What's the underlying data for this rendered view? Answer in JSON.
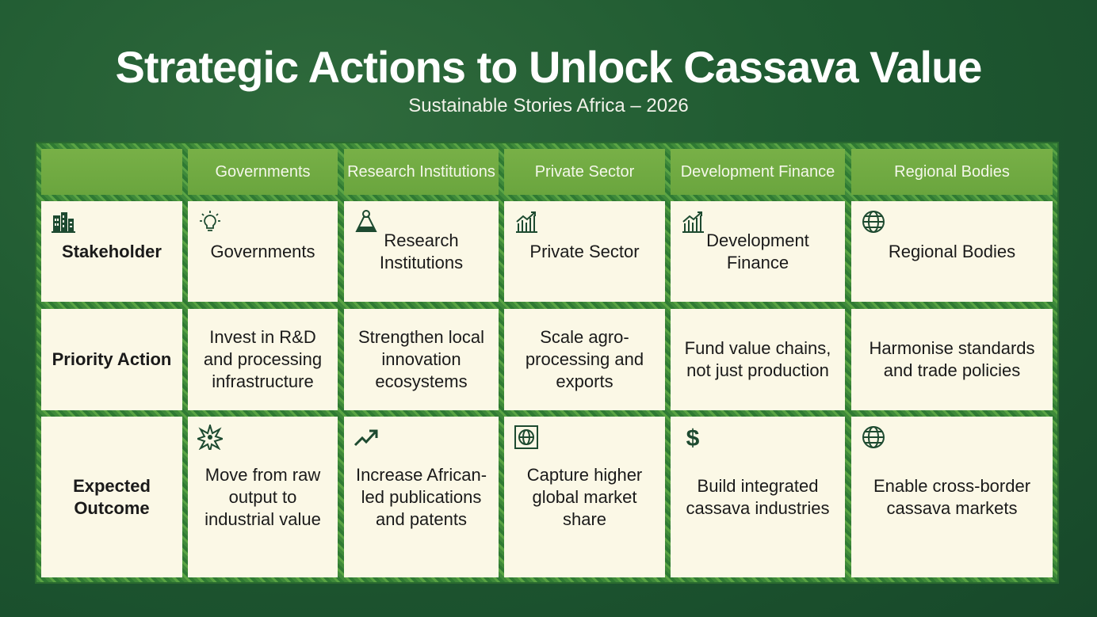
{
  "title": "Strategic Actions to Unlock Cassava Value",
  "subtitle": "Sustainable Stories Africa – 2026",
  "headers": [
    "",
    "Governments",
    "Research Institutions",
    "Private Sector",
    "Development Finance",
    "Regional Bodies"
  ],
  "rows": [
    {
      "label": "Stakeholder",
      "label_icon": "buildings-icon",
      "cells": [
        {
          "text": "Governments",
          "icon": "lightbulb-icon"
        },
        {
          "text": "Research Institutions",
          "icon": "flask-icon"
        },
        {
          "text": "Private Sector",
          "icon": "growth-chart-icon"
        },
        {
          "text": "Development Finance",
          "icon": "growth-chart-icon"
        },
        {
          "text": "Regional Bodies",
          "icon": "globe-icon"
        }
      ]
    },
    {
      "label": "Priority Action",
      "cells": [
        {
          "text": "Invest in R&D and processing infrastructure"
        },
        {
          "text": "Strengthen local innovation ecosystems"
        },
        {
          "text": "Scale agro-processing and exports"
        },
        {
          "text": "Fund value chains, not just production"
        },
        {
          "text": "Harmonise standards and trade policies"
        }
      ]
    },
    {
      "label": "Expected Outcome",
      "cells": [
        {
          "text": "Move from raw output to industrial value",
          "icon": "starburst-icon"
        },
        {
          "text": "Increase African-led publications and patents",
          "icon": "trend-up-icon"
        },
        {
          "text": "Capture higher global market share",
          "icon": "globe-box-icon"
        },
        {
          "text": "Build integrated cassava industries",
          "icon": "dollar-icon"
        },
        {
          "text": "Enable cross-border cassava markets",
          "icon": "globe-icon"
        }
      ]
    }
  ]
}
